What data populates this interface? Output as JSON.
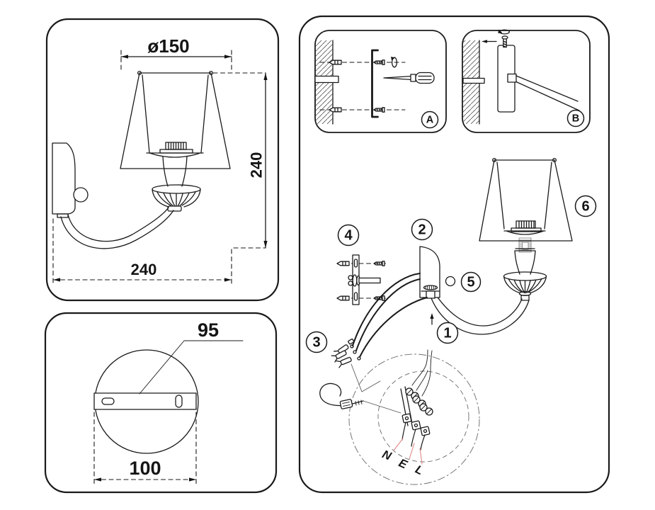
{
  "colors": {
    "line": "#1a1a1a",
    "leader_pink": "#e08888",
    "thread_gray": "#8f8f8f",
    "background": "#ffffff"
  },
  "left_top_panel": {
    "diameter": "ø150",
    "height": "240",
    "depth": "240"
  },
  "left_bottom_panel": {
    "hole_spacing": "95",
    "plate_width": "100"
  },
  "install": {
    "step_a": "A",
    "step_b": "B",
    "callouts": {
      "c1": "1",
      "c2": "2",
      "c3": "3",
      "c4": "4",
      "c5": "5",
      "c6": "6"
    },
    "wires": {
      "n": "N",
      "e": "E",
      "l": "L"
    }
  }
}
